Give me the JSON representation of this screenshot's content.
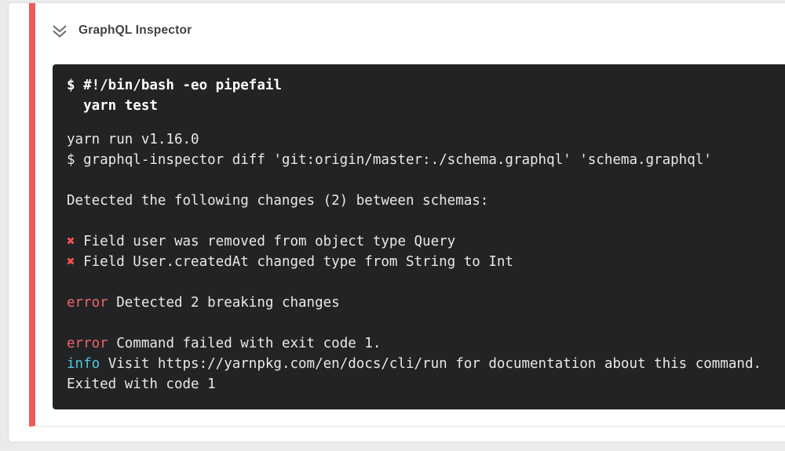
{
  "colors": {
    "page_background": "#ebebeb",
    "card_background": "#ffffff",
    "card_border": "#dcdcdc",
    "step_accent": "#ef5b5b",
    "step_divider": "#e3e3e3",
    "icon_color": "#6e6e6e",
    "title_text": "#424242",
    "terminal_background": "#222325",
    "terminal_text": "#e9e9e7",
    "command_text": "#ffffff",
    "error_text": "#ef6368",
    "info_text": "#4ec9dc",
    "cross_icon": "#ef5350"
  },
  "step": {
    "title": "GraphQL Inspector",
    "status": "failed",
    "collapse_icon": "double-chevron-down"
  },
  "terminal": {
    "command_lines": [
      "$ #!/bin/bash -eo pipefail",
      "  yarn test"
    ],
    "lines": [
      {
        "segments": [
          {
            "text": "yarn run v1.16.0"
          }
        ]
      },
      {
        "segments": [
          {
            "text": "$ graphql-inspector diff 'git:origin/master:./schema.graphql' 'schema.graphql'"
          }
        ]
      },
      {
        "segments": []
      },
      {
        "segments": [
          {
            "text": "Detected the following changes (2) between schemas:"
          }
        ]
      },
      {
        "segments": []
      },
      {
        "segments": [
          {
            "text": "✖",
            "style": "cross"
          },
          {
            "text": " Field user was removed from object type Query"
          }
        ]
      },
      {
        "segments": [
          {
            "text": "✖",
            "style": "cross"
          },
          {
            "text": " Field User.createdAt changed type from String to Int"
          }
        ]
      },
      {
        "segments": []
      },
      {
        "segments": [
          {
            "text": "error",
            "style": "error"
          },
          {
            "text": " Detected 2 breaking changes"
          }
        ]
      },
      {
        "segments": []
      },
      {
        "segments": [
          {
            "text": "error",
            "style": "error"
          },
          {
            "text": " Command failed with exit code 1."
          }
        ]
      },
      {
        "segments": [
          {
            "text": "info",
            "style": "info"
          },
          {
            "text": " Visit https://yarnpkg.com/en/docs/cli/run for documentation about this command."
          }
        ]
      },
      {
        "segments": [
          {
            "text": "Exited with code 1"
          }
        ]
      }
    ]
  }
}
